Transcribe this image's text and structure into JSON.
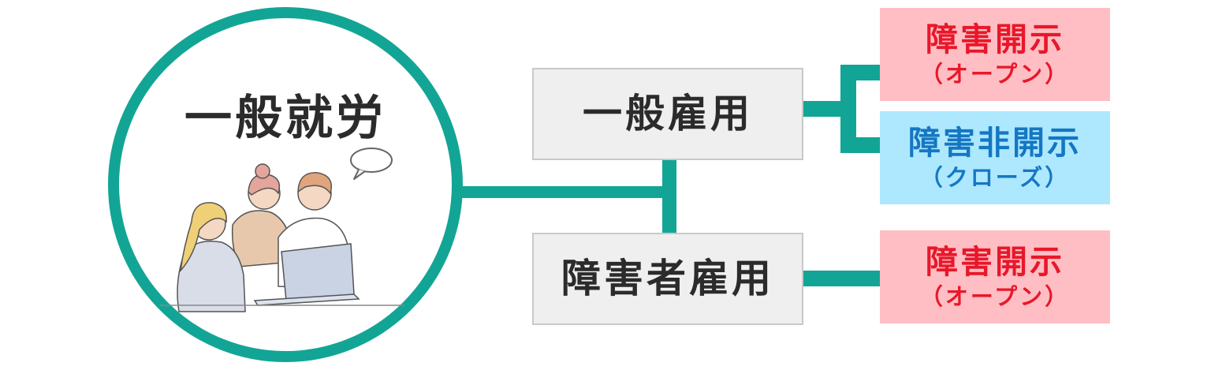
{
  "circle": {
    "title": "一般就労"
  },
  "general_employment": {
    "label": "一般雇用"
  },
  "disability_employment": {
    "label": "障害者雇用"
  },
  "disclose_top": {
    "title": "障害開示",
    "subtitle": "（オープン）"
  },
  "nondisclose": {
    "title": "障害非開示",
    "subtitle": "（クローズ）"
  },
  "disclose_bottom": {
    "title": "障害開示",
    "subtitle": "（オープン）"
  },
  "colors": {
    "accent": "#12a595",
    "gray_box": "#efefef",
    "pink_box": "#ffbec3",
    "pink_text": "#e8172a",
    "blue_box": "#ade8ff",
    "blue_text": "#1577c2"
  }
}
